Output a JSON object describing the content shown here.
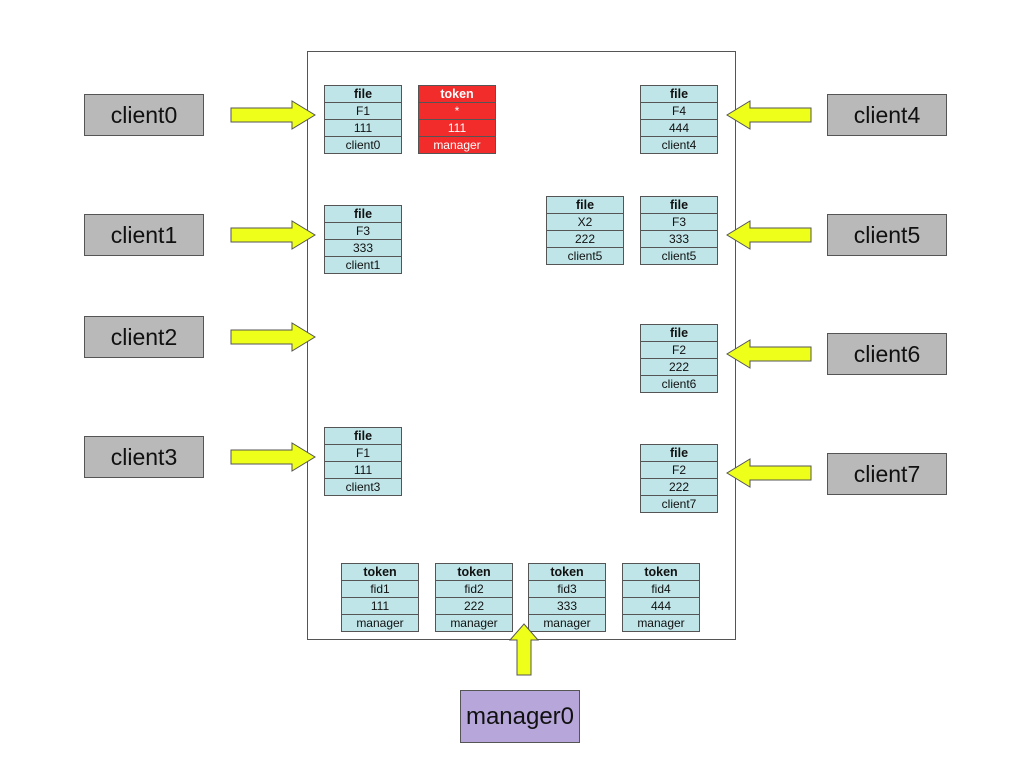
{
  "clients_left": [
    {
      "id": "client0",
      "label": "client0"
    },
    {
      "id": "client1",
      "label": "client1"
    },
    {
      "id": "client2",
      "label": "client2"
    },
    {
      "id": "client3",
      "label": "client3"
    }
  ],
  "clients_right": [
    {
      "id": "client4",
      "label": "client4"
    },
    {
      "id": "client5",
      "label": "client5"
    },
    {
      "id": "client6",
      "label": "client6"
    },
    {
      "id": "client7",
      "label": "client7"
    }
  ],
  "manager": {
    "label": "manager0"
  },
  "tuples": [
    {
      "id": "t-client0",
      "header": "file",
      "fields": [
        "F1",
        "111",
        "client0"
      ]
    },
    {
      "id": "t-token-red",
      "header": "token",
      "fields": [
        "*",
        "111",
        "manager"
      ],
      "highlight": true
    },
    {
      "id": "t-client4",
      "header": "file",
      "fields": [
        "F4",
        "444",
        "client4"
      ]
    },
    {
      "id": "t-client1",
      "header": "file",
      "fields": [
        "F3",
        "333",
        "client1"
      ]
    },
    {
      "id": "t-x2",
      "header": "file",
      "fields": [
        "X2",
        "222",
        "client5"
      ]
    },
    {
      "id": "t-client5",
      "header": "file",
      "fields": [
        "F3",
        "333",
        "client5"
      ]
    },
    {
      "id": "t-client6",
      "header": "file",
      "fields": [
        "F2",
        "222",
        "client6"
      ]
    },
    {
      "id": "t-client3",
      "header": "file",
      "fields": [
        "F1",
        "111",
        "client3"
      ]
    },
    {
      "id": "t-client7",
      "header": "file",
      "fields": [
        "F2",
        "222",
        "client7"
      ]
    },
    {
      "id": "t-fid1",
      "header": "token",
      "fields": [
        "fid1",
        "111",
        "manager"
      ]
    },
    {
      "id": "t-fid2",
      "header": "token",
      "fields": [
        "fid2",
        "222",
        "manager"
      ]
    },
    {
      "id": "t-fid3",
      "header": "token",
      "fields": [
        "fid3",
        "333",
        "manager"
      ]
    },
    {
      "id": "t-fid4",
      "header": "token",
      "fields": [
        "fid4",
        "444",
        "manager"
      ]
    }
  ],
  "colors": {
    "client_fill": "#b9b9b9",
    "manager_fill": "#b6a6d9",
    "tuple_fill": "#bfe5e8",
    "token_highlight": "#f22b2b",
    "arrow_fill": "#eeff1a"
  }
}
